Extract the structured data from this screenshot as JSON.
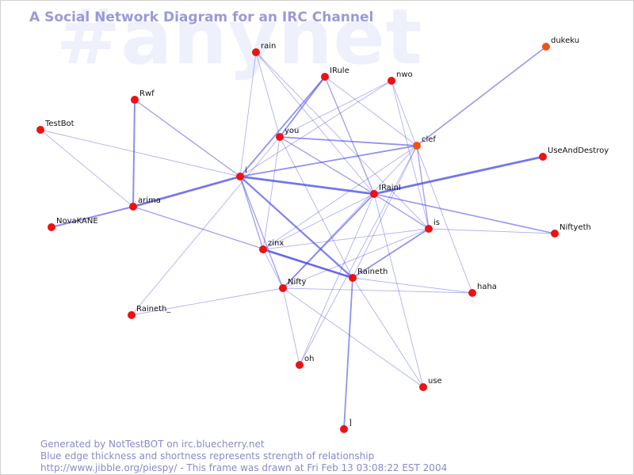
{
  "watermark": "#anynet",
  "title": "A Social Network Diagram for an IRC Channel",
  "footer": {
    "line1": "Generated by NotTestBOT on irc.bluecherry.net",
    "line2": "Blue edge thickness and shortness represents strength of relationship",
    "line3": "http://www.jibble.org/piespy/ - This frame was drawn at Fri Feb 13 03:08:22 EST 2004"
  },
  "colors": {
    "node": "#ee1111",
    "node_recent": "#ee5511",
    "edge": "#4a4ae6",
    "title": "#9a9ad8",
    "watermark": "#eef0fc"
  },
  "nodes": [
    {
      "id": "rain",
      "label": "rain"
    },
    {
      "id": "dukeku",
      "label": "dukeku",
      "recent": true
    },
    {
      "id": "IRule",
      "label": "IRule"
    },
    {
      "id": "nwo",
      "label": "nwo"
    },
    {
      "id": "Rwf",
      "label": "Rwf"
    },
    {
      "id": "TestBot",
      "label": "TestBot"
    },
    {
      "id": "you",
      "label": "you"
    },
    {
      "id": "clef",
      "label": "clef",
      "recent": true
    },
    {
      "id": "UseAndDestroy",
      "label": "UseAndDestroy"
    },
    {
      "id": "i",
      "label": "i"
    },
    {
      "id": "IRainI",
      "label": "IRainI"
    },
    {
      "id": "arima",
      "label": "arima"
    },
    {
      "id": "NovaKANE",
      "label": "NovaKANE"
    },
    {
      "id": "is",
      "label": "is"
    },
    {
      "id": "Niftyeth",
      "label": "Niftyeth"
    },
    {
      "id": "zinx",
      "label": "zinx"
    },
    {
      "id": "Raineth",
      "label": "Raineth"
    },
    {
      "id": "Nifty",
      "label": "Nifty"
    },
    {
      "id": "haha",
      "label": "haha"
    },
    {
      "id": "Raineth_",
      "label": "Raineth_"
    },
    {
      "id": "oh",
      "label": "oh"
    },
    {
      "id": "use",
      "label": "use"
    },
    {
      "id": "]",
      "label": "]"
    }
  ],
  "edges": [
    {
      "from": "i",
      "to": "IRainI",
      "strength": 3
    },
    {
      "from": "i",
      "to": "arima",
      "strength": 3
    },
    {
      "from": "IRainI",
      "to": "UseAndDestroy",
      "strength": 3
    },
    {
      "from": "zinx",
      "to": "Raineth",
      "strength": 3
    },
    {
      "from": "i",
      "to": "Raineth",
      "strength": 2.5
    },
    {
      "from": "Rwf",
      "to": "arima",
      "strength": 2.2
    },
    {
      "from": "arima",
      "to": "NovaKANE",
      "strength": 2.2
    },
    {
      "from": "i",
      "to": "IRule",
      "strength": 2
    },
    {
      "from": "IRule",
      "to": "you",
      "strength": 2
    },
    {
      "from": "i",
      "to": "clef",
      "strength": 2
    },
    {
      "from": "you",
      "to": "clef",
      "strength": 2
    },
    {
      "from": "IRainI",
      "to": "Nifty",
      "strength": 2
    },
    {
      "from": "Raineth",
      "to": "is",
      "strength": 2
    },
    {
      "from": "Raineth",
      "to": "]",
      "strength": 2
    },
    {
      "from": "dukeku",
      "to": "clef",
      "strength": 1.8
    },
    {
      "from": "IRainI",
      "to": "Niftyeth",
      "strength": 1.8
    },
    {
      "from": "IRainI",
      "to": "is",
      "strength": 1.5
    },
    {
      "from": "Rwf",
      "to": "i",
      "strength": 1.5
    },
    {
      "from": "IRule",
      "to": "IRainI",
      "strength": 1.5
    },
    {
      "from": "you",
      "to": "IRainI",
      "strength": 1.5
    },
    {
      "from": "i",
      "to": "zinx",
      "strength": 1.5
    },
    {
      "from": "i",
      "to": "Nifty",
      "strength": 1.5
    },
    {
      "from": "clef",
      "to": "is",
      "strength": 1.5
    },
    {
      "from": "arima",
      "to": "Raineth",
      "strength": 1.5
    },
    {
      "from": "i",
      "to": "nwo",
      "strength": 1
    },
    {
      "from": "rain",
      "to": "you",
      "strength": 1
    },
    {
      "from": "rain",
      "to": "i",
      "strength": 1
    },
    {
      "from": "rain",
      "to": "IRainI",
      "strength": 1
    },
    {
      "from": "rain",
      "to": "is",
      "strength": 1
    },
    {
      "from": "TestBot",
      "to": "i",
      "strength": 1
    },
    {
      "from": "TestBot",
      "to": "arima",
      "strength": 1
    },
    {
      "from": "nwo",
      "to": "is",
      "strength": 1
    },
    {
      "from": "nwo",
      "to": "haha",
      "strength": 1
    },
    {
      "from": "nwo",
      "to": "you",
      "strength": 1
    },
    {
      "from": "IRule",
      "to": "clef",
      "strength": 1
    },
    {
      "from": "clef",
      "to": "zinx",
      "strength": 1
    },
    {
      "from": "clef",
      "to": "Raineth",
      "strength": 1
    },
    {
      "from": "clef",
      "to": "Nifty",
      "strength": 1
    },
    {
      "from": "clef",
      "to": "oh",
      "strength": 1
    },
    {
      "from": "you",
      "to": "Raineth",
      "strength": 1
    },
    {
      "from": "you",
      "to": "zinx",
      "strength": 1
    },
    {
      "from": "is",
      "to": "Niftyeth",
      "strength": 1
    },
    {
      "from": "is",
      "to": "zinx",
      "strength": 1
    },
    {
      "from": "is",
      "to": "Nifty",
      "strength": 1
    },
    {
      "from": "IRainI",
      "to": "zinx",
      "strength": 1
    },
    {
      "from": "IRainI",
      "to": "oh",
      "strength": 1
    },
    {
      "from": "IRainI",
      "to": "use",
      "strength": 1
    },
    {
      "from": "Raineth",
      "to": "haha",
      "strength": 1
    },
    {
      "from": "Raineth",
      "to": "use",
      "strength": 1
    },
    {
      "from": "Nifty",
      "to": "haha",
      "strength": 1
    },
    {
      "from": "Nifty",
      "to": "Raineth_",
      "strength": 1
    },
    {
      "from": "Nifty",
      "to": "oh",
      "strength": 1
    },
    {
      "from": "Nifty",
      "to": "use",
      "strength": 1
    },
    {
      "from": "zinx",
      "to": "Nifty",
      "strength": 1
    },
    {
      "from": "Raineth_",
      "to": "you",
      "strength": 1
    }
  ]
}
